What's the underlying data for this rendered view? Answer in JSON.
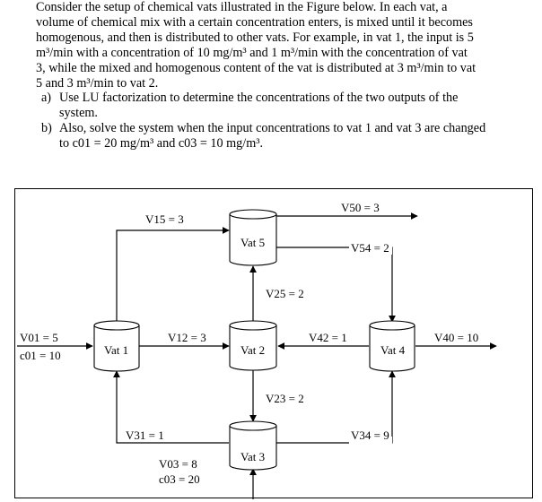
{
  "problem": {
    "intro_line1": "Consider the setup of chemical vats illustrated in the Figure below. In each vat, a",
    "intro_line2": "volume of chemical mix with a certain concentration enters, is mixed until it becomes",
    "intro_line3": "homogenous, and then is distributed to other vats. For example, in vat 1, the input is 5",
    "intro_line4": "m³/min with a concentration of 10 mg/m³ and 1 m³/min with the concentration of vat",
    "intro_line5": "3, while the mixed and homogenous content of the vat is distributed at 3 m³/min to vat",
    "intro_line6": "5 and 3 m³/min to vat 2.",
    "qa_letter": "a)",
    "qa_line1": "Use LU factorization to determine the concentrations of the two outputs of the",
    "qa_line2": "system.",
    "qb_letter": "b)",
    "qb_line1": "Also, solve the system when the input concentrations to vat 1 and vat 3 are changed",
    "qb_line2": "to c01 = 20 mg/m³ and c03 = 10 mg/m³."
  },
  "figure": {
    "vats": {
      "vat1": "Vat 1",
      "vat2": "Vat 2",
      "vat3": "Vat 3",
      "vat4": "Vat 4",
      "vat5": "Vat 5"
    },
    "flows": {
      "v01": "V01 = 5",
      "c01": "c01 = 10",
      "v15": "V15 = 3",
      "v12": "V12 = 3",
      "v50": "V50 = 3",
      "v54": "V54 = 2",
      "v25": "V25 = 2",
      "v42": "V42 = 1",
      "v40": "V40 = 10",
      "v23": "V23 = 2",
      "v31": "V31 = 1",
      "v34": "V34 = 9",
      "v03": "V03 = 8",
      "c03": "c03 = 20"
    }
  }
}
